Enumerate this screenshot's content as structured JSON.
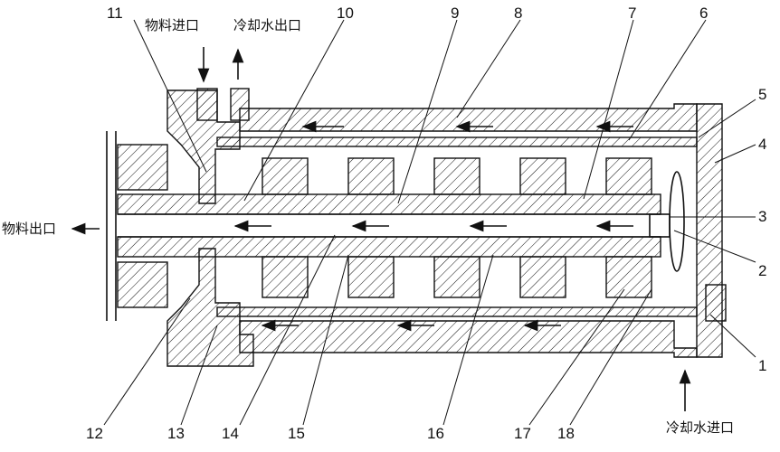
{
  "labels": {
    "material_inlet": "物料进口",
    "cooling_water_outlet": "冷却水出口",
    "material_outlet": "物料出口",
    "cooling_water_inlet": "冷却水进口"
  },
  "part_numbers": {
    "p1": "1",
    "p2": "2",
    "p3": "3",
    "p4": "4",
    "p5": "5",
    "p6": "6",
    "p7": "7",
    "p8": "8",
    "p9": "9",
    "p10": "10",
    "p11": "11",
    "p12": "12",
    "p13": "13",
    "p14": "14",
    "p15": "15",
    "p16": "16",
    "p17": "17",
    "p18": "18"
  }
}
